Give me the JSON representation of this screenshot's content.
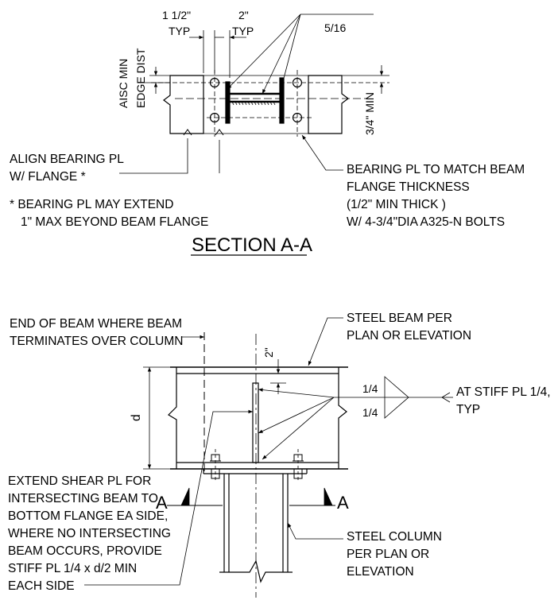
{
  "section_aa": {
    "title": "SECTION A-A",
    "dim_left_top": "1 1/2\"",
    "dim_left_bottom": "TYP",
    "dim_right_top": "2\"",
    "dim_right_bottom": "TYP",
    "weld_size": "5/16",
    "vert_label_1": "AISC MIN",
    "vert_label_2": "EDGE DIST",
    "vert_label_min": "3/4\" MIN",
    "note_align_1": "ALIGN BEARING PL",
    "note_align_2": "W/ FLANGE *",
    "note_extend_1": "* BEARING PL MAY EXTEND",
    "note_extend_2": "1\" MAX BEYOND BEAM FLANGE",
    "note_bearing_1": "BEARING PL TO MATCH BEAM",
    "note_bearing_2": "FLANGE THICKNESS",
    "note_bearing_3": "(1/2\" MIN THICK )",
    "note_bearing_4": "W/ 4-3/4\"DIA A325-N BOLTS"
  },
  "elevation": {
    "note_end_1": "END OF BEAM WHERE BEAM",
    "note_end_2": "TERMINATES OVER COLUMN",
    "note_beam_1": "STEEL BEAM PER",
    "note_beam_2": "PLAN OR ELEVATION",
    "dim_2in": "2\"",
    "dim_d": "d",
    "weld_top": "1/4",
    "weld_bottom": "1/4",
    "note_stiff_1": "AT STIFF PL 1/4,",
    "note_stiff_2": "TYP",
    "note_shear": [
      "EXTEND SHEAR PL FOR",
      "INTERSECTING BEAM TO",
      "BOTTOM FLANGE EA SIDE,",
      "WHERE NO INTERSECTING",
      "BEAM OCCURS, PROVIDE",
      "STIFF PL 1/4 x d/2 MIN",
      "EACH SIDE"
    ],
    "note_column_1": "STEEL COLUMN",
    "note_column_2": "PER PLAN OR",
    "note_column_3": "ELEVATION",
    "section_mark_left": "A",
    "section_mark_right": "A"
  }
}
